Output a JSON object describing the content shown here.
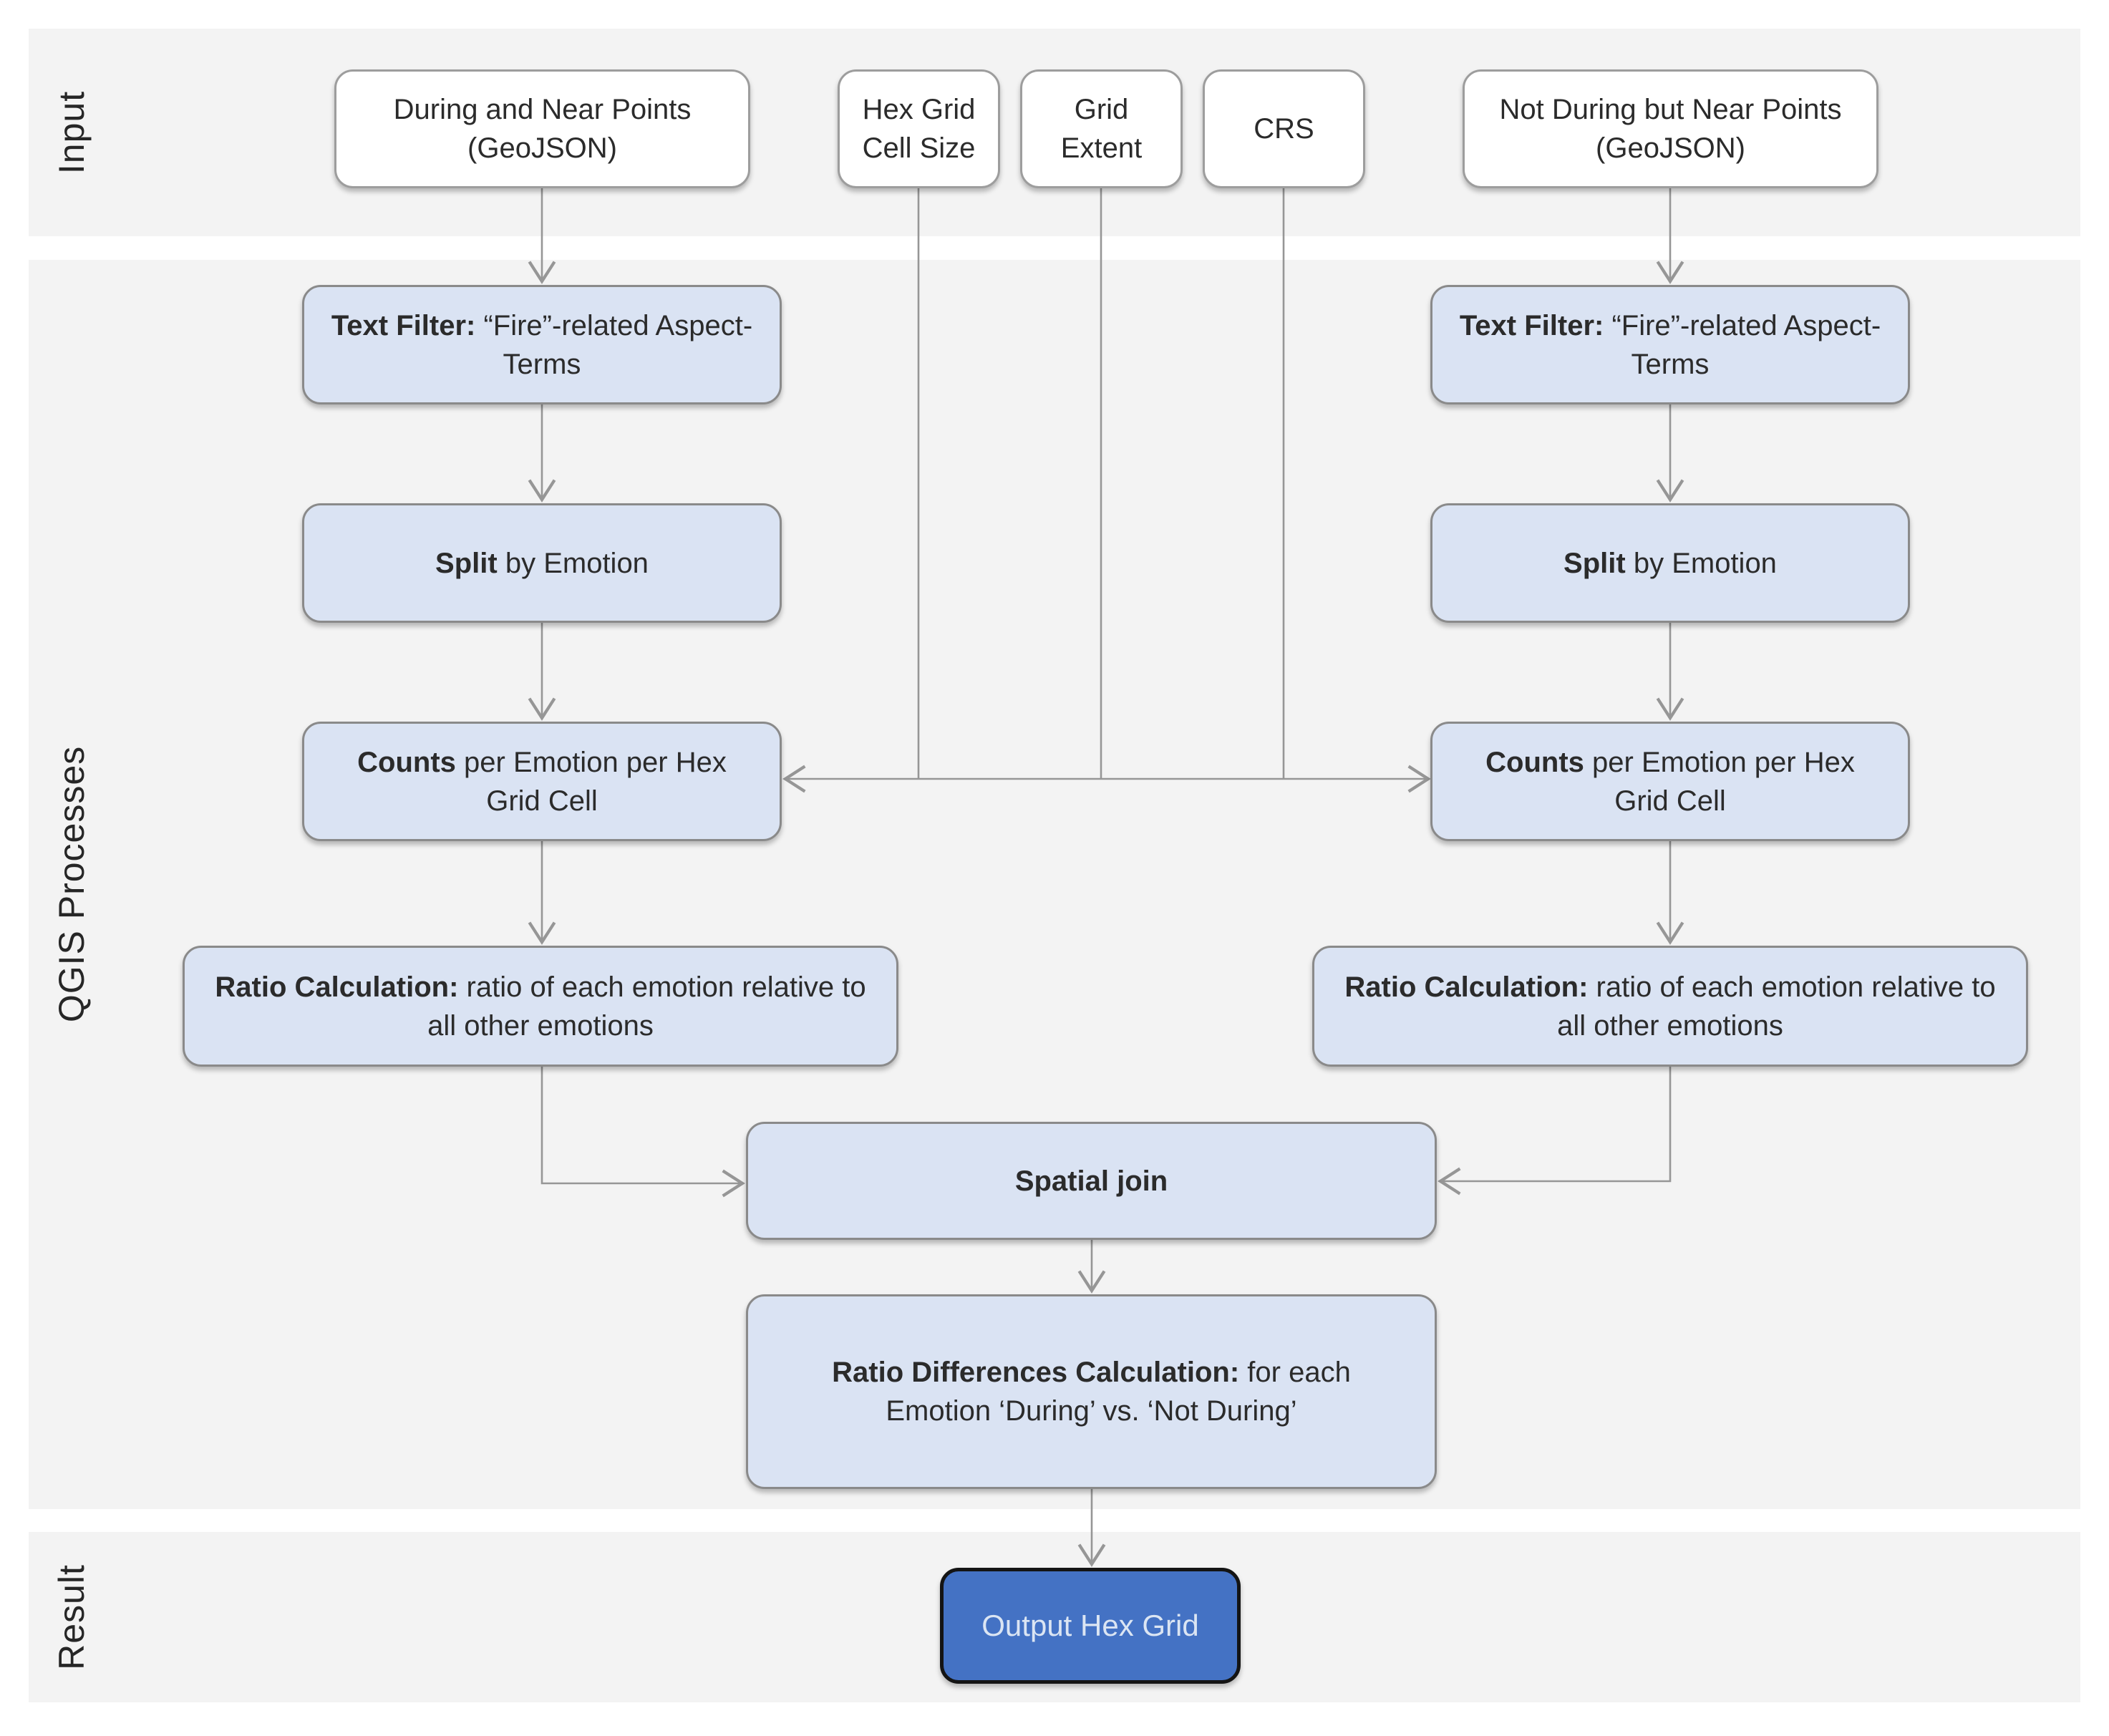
{
  "bands": {
    "input_label": "Input",
    "process_label": "QGIS Processes",
    "result_label": "Result"
  },
  "inputs": {
    "during_points": "During and Near Points (GeoJSON)",
    "hex_grid_cell_size": "Hex Grid Cell Size",
    "grid_extent": "Grid Extent",
    "crs": "CRS",
    "not_during_points": "Not During but Near Points (GeoJSON)"
  },
  "processes": {
    "text_filter": {
      "bold": "Text Filter:",
      "rest": " “Fire”-related Aspect-Terms"
    },
    "split": {
      "bold": "Split",
      "rest": " by Emotion"
    },
    "counts": {
      "bold": "Counts",
      "rest": " per Emotion per Hex Grid Cell"
    },
    "ratio": {
      "bold": "Ratio Calculation:",
      "rest": " ratio of each emotion relative to all other emotions"
    },
    "spatial_join": {
      "bold": "Spatial join",
      "rest": ""
    },
    "ratio_differences": {
      "bold": "Ratio Differences Calculation:",
      "rest": " for each Emotion ‘During’ vs. ‘Not During’"
    }
  },
  "result": {
    "output": "Output Hex Grid"
  },
  "colors": {
    "band_background": "#f3f3f3",
    "process_box_fill": "#dae3f3",
    "input_box_fill": "#ffffff",
    "box_border": "#8a8a8a",
    "output_box_fill": "#4472c4",
    "output_box_border": "#141414",
    "output_text": "#dbe5f3",
    "connector": "#969696",
    "text": "#2b2b2b"
  }
}
